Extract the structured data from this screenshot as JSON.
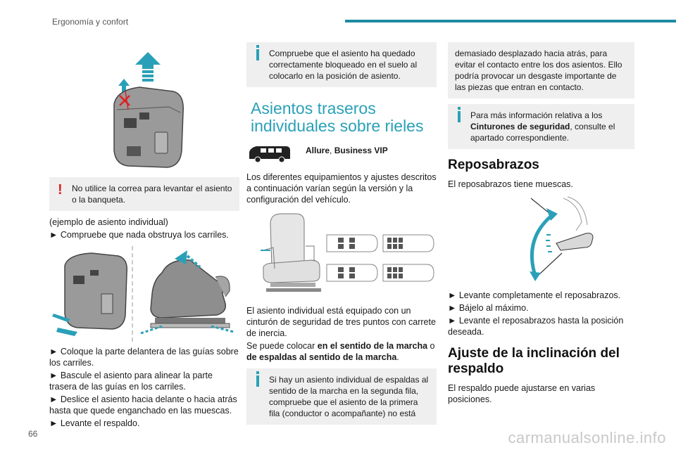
{
  "header": {
    "title": "Ergonomía y confort"
  },
  "page_number": "66",
  "watermark": "carmanualsonline.info",
  "col1": {
    "warning": "No utilice la correa para levantar el asiento o la banqueta.",
    "example": "(ejemplo de asiento individual)",
    "step0": "► Compruebe que nada obstruya los carriles.",
    "steps": [
      "► Coloque la parte delantera de las guías sobre los carriles.",
      "► Bascule el asiento para alinear la parte trasera de las guías en los carriles.",
      "► Deslice el asiento hacia delante o hacia atrás hasta que quede enganchado en las muescas.",
      "► Levante el respaldo."
    ]
  },
  "col2": {
    "info1": "Compruebe que el asiento ha quedado correctamente bloqueado en el suelo al colocarlo en la posición de asiento.",
    "section_title": "Asientos traseros individuales sobre rieles",
    "versions_a": "Allure",
    "versions_sep": ", ",
    "versions_b": "Business VIP",
    "intro": "Los diferentes equipamientos y ajustes descritos a continuación varían según la versión y la configuración del vehículo.",
    "body1": "El asiento individual está equipado con un cinturón de seguridad de tres puntos con carrete de inercia.",
    "body2_a": "Se puede colocar ",
    "body2_b": "en el sentido de la marcha",
    "body2_c": " o ",
    "body2_d": "de espaldas al sentido de la marcha",
    "body2_e": ".",
    "info2": "Si hay un asiento individual de espaldas al sentido de la marcha en la segunda fila, compruebe que el asiento de la primera fila (conductor o acompañante) no está"
  },
  "col3": {
    "cont": "demasiado desplazado hacia atrás, para evitar el contacto entre los dos asientos. Ello podría provocar un desgaste importante de las piezas que entran en contacto.",
    "info3_a": "Para más información relativa a los ",
    "info3_b": "Cinturones de seguridad",
    "info3_c": ", consulte el apartado correspondiente.",
    "armrest_title": "Reposabrazos",
    "armrest_text": "El reposabrazos tiene muescas.",
    "armrest_steps": [
      "► Levante completamente el reposabrazos.",
      "► Bájelo al máximo.",
      "► Levante el reposabrazos hasta la posición deseada."
    ],
    "backrest_title": "Ajuste de la inclinación del respaldo",
    "backrest_text": "El respaldo puede ajustarse en varias posiciones."
  },
  "colors": {
    "accent": "#2aa0b8",
    "warning": "#e02020",
    "note_bg": "#efefef"
  }
}
